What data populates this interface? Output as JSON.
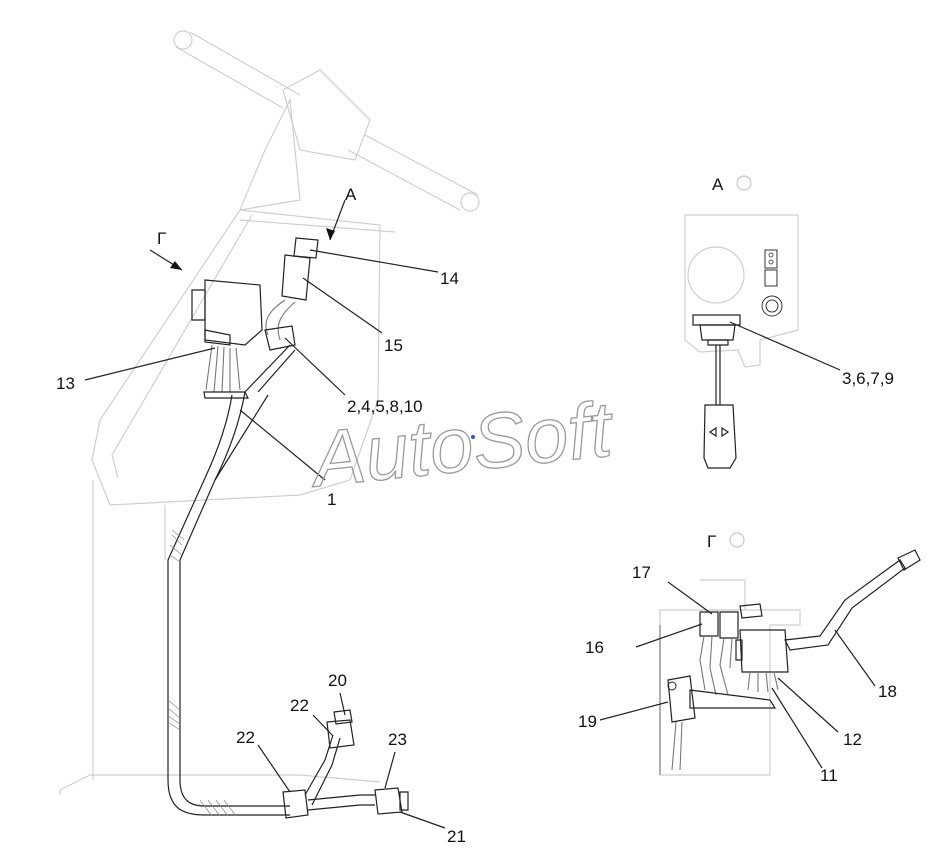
{
  "watermark": "AutoSoft",
  "views": {
    "main": {
      "arrow_a": "А",
      "arrow_g": "Г",
      "callouts": [
        "14",
        "15",
        "13",
        "2,4,5,8,10",
        "1",
        "20",
        "22",
        "22",
        "23",
        "21"
      ]
    },
    "view_a": {
      "title": "А",
      "callouts": [
        "3,6,7,9"
      ]
    },
    "view_g": {
      "title": "Г",
      "callouts": [
        "17",
        "16",
        "19",
        "18",
        "12",
        "11"
      ]
    }
  },
  "colors": {
    "line": "#222222",
    "faint": "#cfcfcf",
    "watermark": "#9a9a9a"
  }
}
